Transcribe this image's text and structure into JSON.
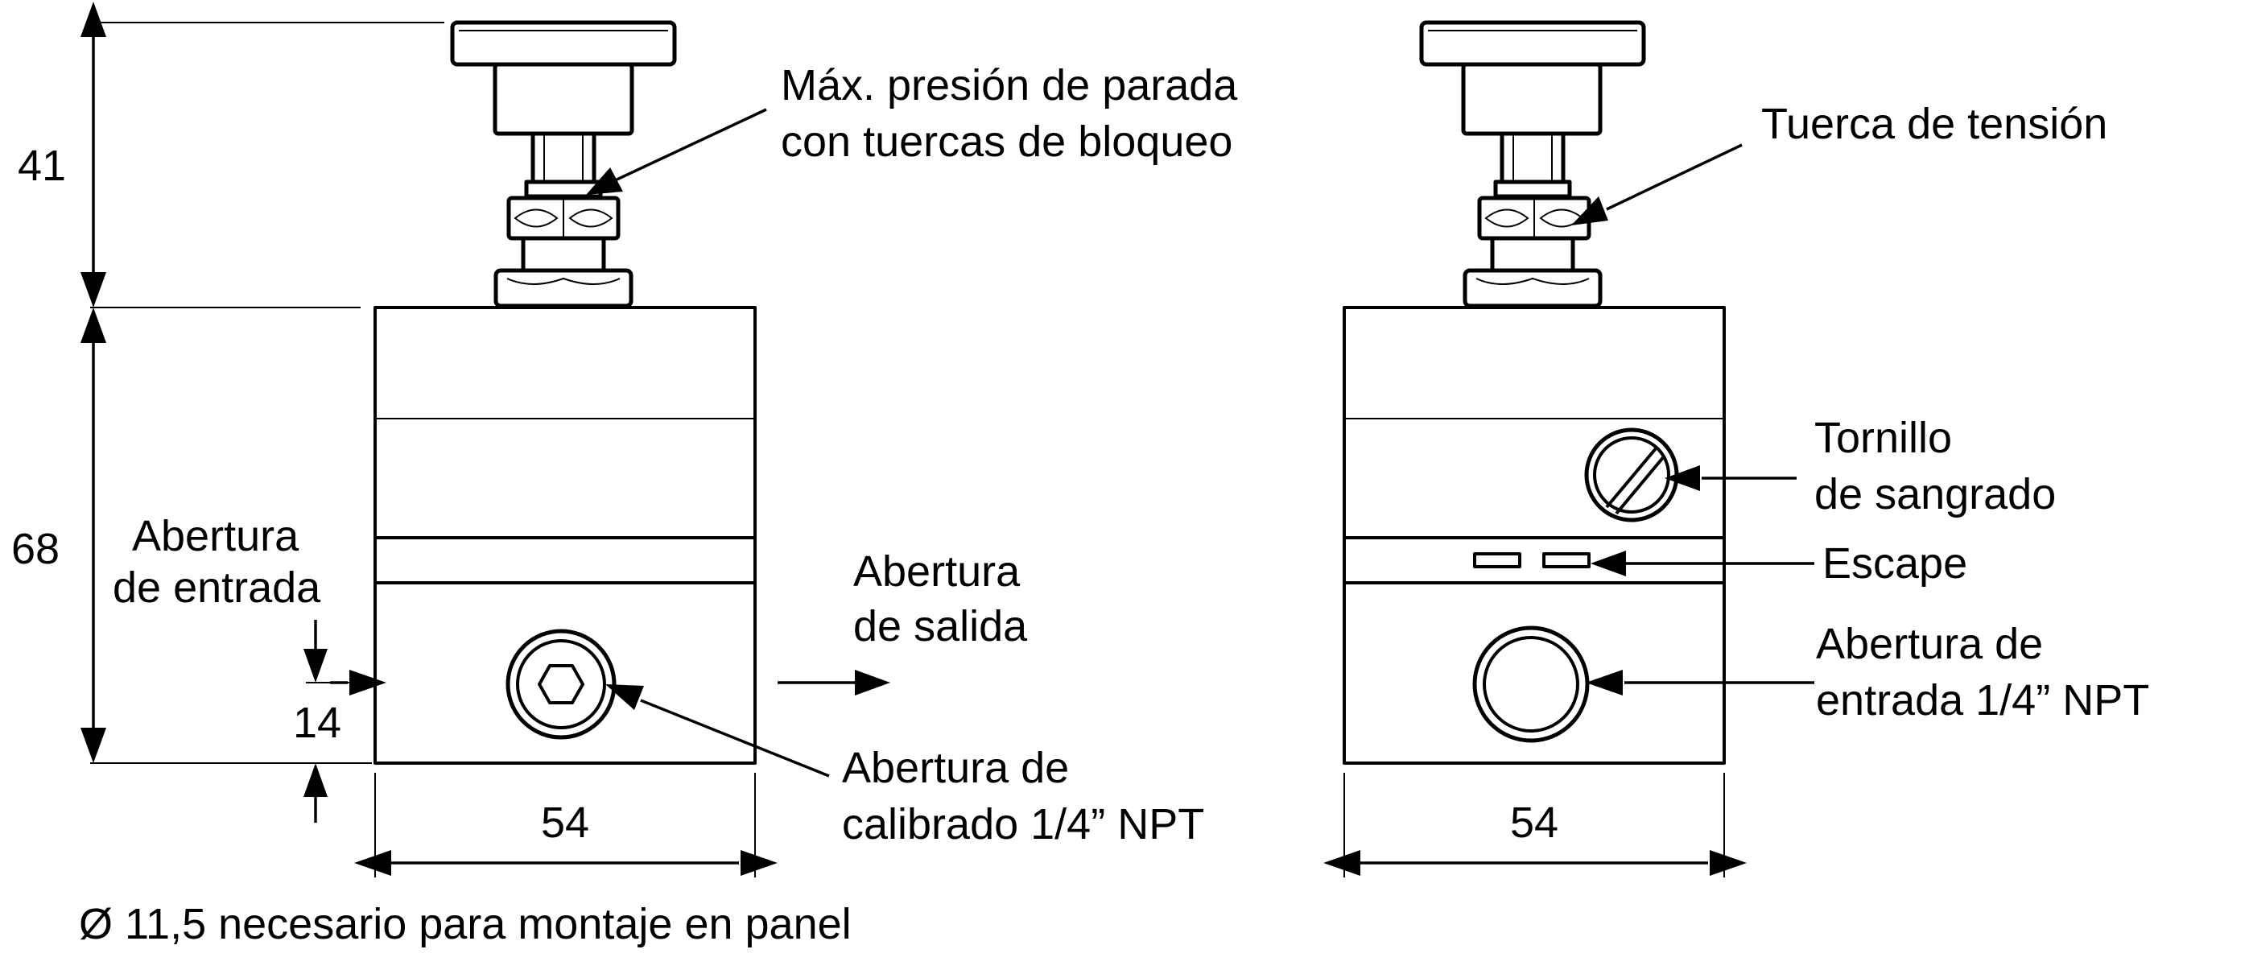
{
  "dimensions": {
    "left_top_height": "41",
    "left_body_height": "68",
    "port_height": "14",
    "width_left": "54",
    "width_right": "54"
  },
  "left_view": {
    "stop_label_line1": "Máx. presión de parada",
    "stop_label_line2": "con tuercas de bloqueo",
    "inlet_label_line1": "Abertura",
    "inlet_label_line2": "de entrada",
    "outlet_label_line1": "Abertura",
    "outlet_label_line2": "de salida",
    "gauge_label_line1": "Abertura de",
    "gauge_label_line2": "calibrado 1/4” NPT"
  },
  "right_view": {
    "tension_nut_label": "Tuerca de tensión",
    "bleed_label_line1": "Tornillo",
    "bleed_label_line2": "de sangrado",
    "exhaust_label": "Escape",
    "inlet_label_line1": "Abertura de",
    "inlet_label_line2": "entrada 1/4” NPT"
  },
  "footnote": "Ø 11,5 necesario para montaje en panel",
  "colors": {
    "ink": "#000000",
    "paper": "#ffffff"
  }
}
